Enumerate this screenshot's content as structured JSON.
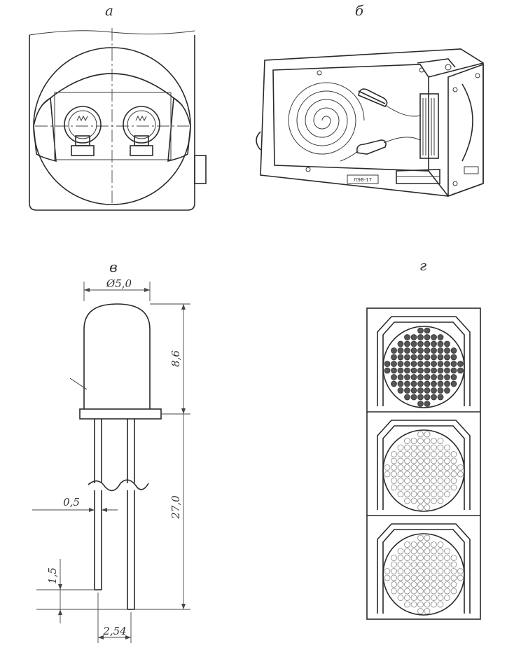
{
  "panels": {
    "a": {
      "label": "а"
    },
    "b": {
      "label": "б"
    },
    "v": {
      "label": "в"
    },
    "g": {
      "label": "г"
    }
  },
  "dimensions": {
    "diameter": "Ø5,0",
    "dome_height": "8,6",
    "lead_length": "27,0",
    "lead_width": "0,5",
    "lead_offset": "1,5",
    "lead_pitch": "2,54"
  },
  "box_label": "ЛЭВ-17",
  "signal": {
    "sections": [
      {
        "lit": true
      },
      {
        "lit": false
      },
      {
        "lit": false
      }
    ]
  }
}
